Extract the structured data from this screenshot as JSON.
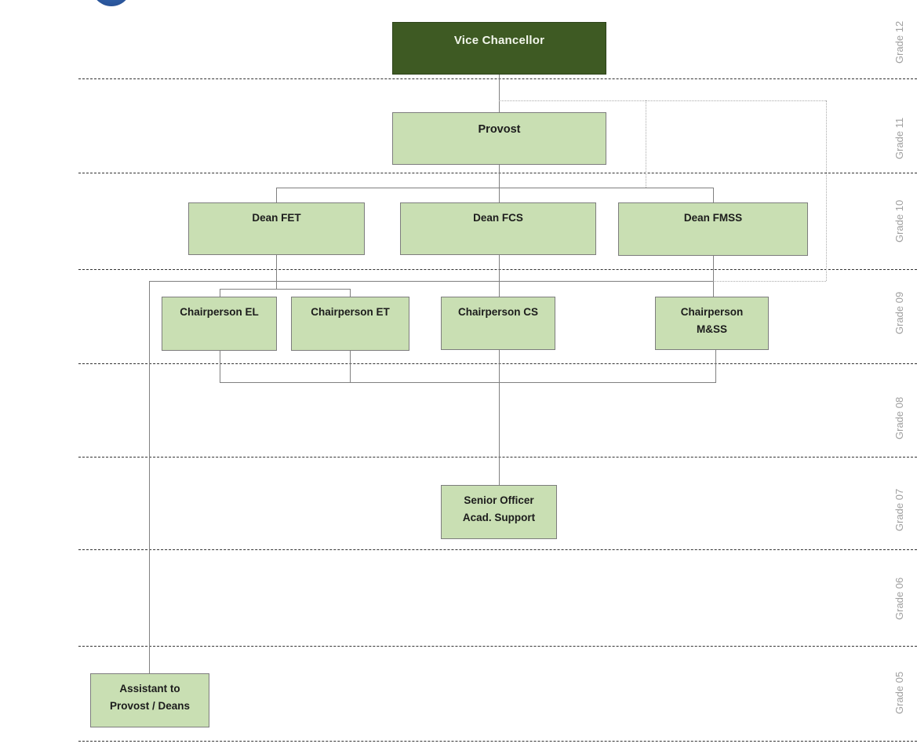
{
  "colors": {
    "node_dark_bg": "#3e5a23",
    "node_dark_text": "#f2f6ec",
    "node_light_bg": "#c9dfb3",
    "node_border": "#7d7d7d",
    "connector": "#808080",
    "dotted": "#aaaaaa",
    "grade_line": "#333333",
    "grade_label": "#a0a0a0",
    "logo_blue": "#2f5fa8"
  },
  "icons": {
    "logo": "partial-blue-circle-logo"
  },
  "org": {
    "vice_chancellor": {
      "label": "Vice Chancellor"
    },
    "provost": {
      "label": "Provost"
    },
    "dean_fet": {
      "label": "Dean FET"
    },
    "dean_fcs": {
      "label": "Dean FCS"
    },
    "dean_fmss": {
      "label": "Dean FMSS"
    },
    "chairperson_el": {
      "label": "Chairperson EL"
    },
    "chairperson_et": {
      "label": "Chairperson ET"
    },
    "chairperson_cs": {
      "label": "Chairperson CS"
    },
    "chairperson_mss": {
      "line1": "Chairperson",
      "line2": "M&SS"
    },
    "senior_officer": {
      "line1": "Senior Officer",
      "line2": "Acad. Support"
    },
    "assistant": {
      "line1": "Assistant to",
      "line2": "Provost / Deans"
    }
  },
  "grades": [
    "Grade 12",
    "Grade 11",
    "Grade 10",
    "Grade 09",
    "Grade 08",
    "Grade 07",
    "Grade 06",
    "Grade 05"
  ],
  "edges": [
    {
      "from": "Vice Chancellor",
      "to": "Provost",
      "style": "solid"
    },
    {
      "from": "Provost",
      "to": "Dean FET",
      "style": "solid"
    },
    {
      "from": "Provost",
      "to": "Dean FCS",
      "style": "solid"
    },
    {
      "from": "Provost",
      "to": "Dean FMSS",
      "style": "solid"
    },
    {
      "from": "Dean FET",
      "to": "Chairperson EL",
      "style": "solid"
    },
    {
      "from": "Dean FET",
      "to": "Chairperson ET",
      "style": "solid"
    },
    {
      "from": "Dean FCS",
      "to": "Chairperson CS",
      "style": "solid"
    },
    {
      "from": "Dean FMSS",
      "to": "Chairperson M&SS",
      "style": "solid"
    },
    {
      "from": "Chairpersons bar",
      "to": "Senior Officer Acad. Support",
      "style": "solid"
    },
    {
      "from": "Chairpersons bar",
      "to": "Assistant to Provost / Deans",
      "style": "solid"
    },
    {
      "from": "Vice Chancellor",
      "to": "Deans bar",
      "style": "dotted"
    },
    {
      "from": "Vice Chancellor",
      "to": "Chairperson M&SS",
      "style": "dotted"
    }
  ]
}
